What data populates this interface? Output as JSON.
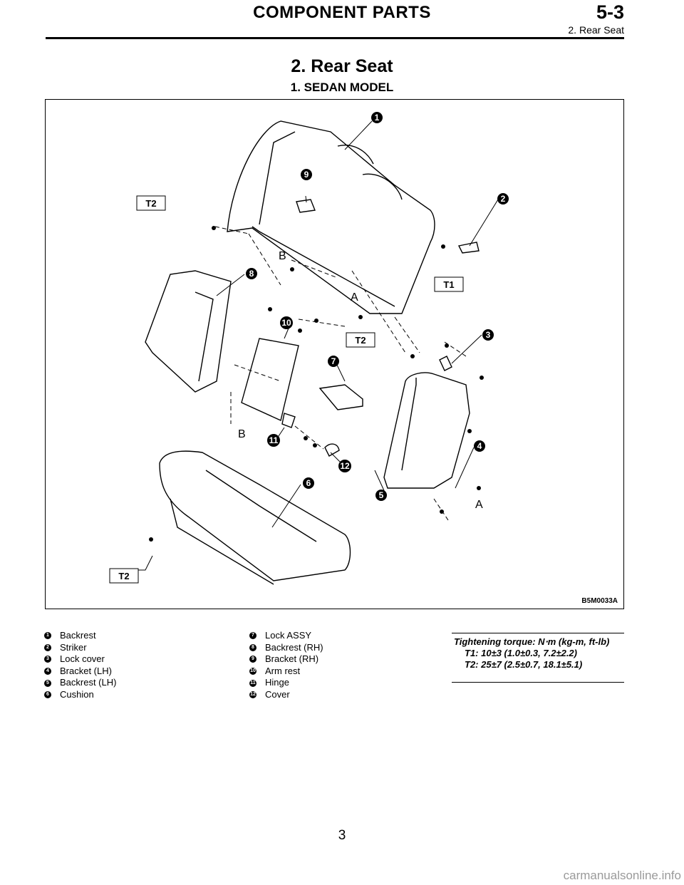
{
  "header": {
    "title": "COMPONENT PARTS",
    "section_code": "5-3",
    "subtitle": "2. Rear Seat"
  },
  "section_title": "2. Rear Seat",
  "subsection_title": "1. SEDAN MODEL",
  "figure": {
    "code": "B5M0033A",
    "torque_tags": [
      "T2",
      "T1",
      "T2",
      "T2"
    ],
    "ref_letters": [
      "A",
      "B",
      "A",
      "B"
    ],
    "callouts": [
      "1",
      "2",
      "3",
      "4",
      "5",
      "6",
      "7",
      "8",
      "9",
      "10",
      "11",
      "12"
    ]
  },
  "legend": {
    "left": [
      {
        "num": "1",
        "label": "Backrest"
      },
      {
        "num": "2",
        "label": "Striker"
      },
      {
        "num": "3",
        "label": "Lock cover"
      },
      {
        "num": "4",
        "label": "Bracket (LH)"
      },
      {
        "num": "5",
        "label": "Backrest (LH)"
      },
      {
        "num": "6",
        "label": "Cushion"
      }
    ],
    "right": [
      {
        "num": "7",
        "label": "Lock ASSY"
      },
      {
        "num": "8",
        "label": "Backrest (RH)"
      },
      {
        "num": "9",
        "label": "Bracket (RH)"
      },
      {
        "num": "10",
        "label": "Arm rest"
      },
      {
        "num": "11",
        "label": "Hinge"
      },
      {
        "num": "12",
        "label": "Cover"
      }
    ]
  },
  "torque": {
    "heading": "Tightening torque: N⋅m (kg-m, ft-lb)",
    "t1": "T1: 10±3 (1.0±0.3, 7.2±2.2)",
    "t2": "T2: 25±7 (2.5±0.7, 18.1±5.1)"
  },
  "page_number": "3",
  "watermark": "carmanualsonline.info"
}
